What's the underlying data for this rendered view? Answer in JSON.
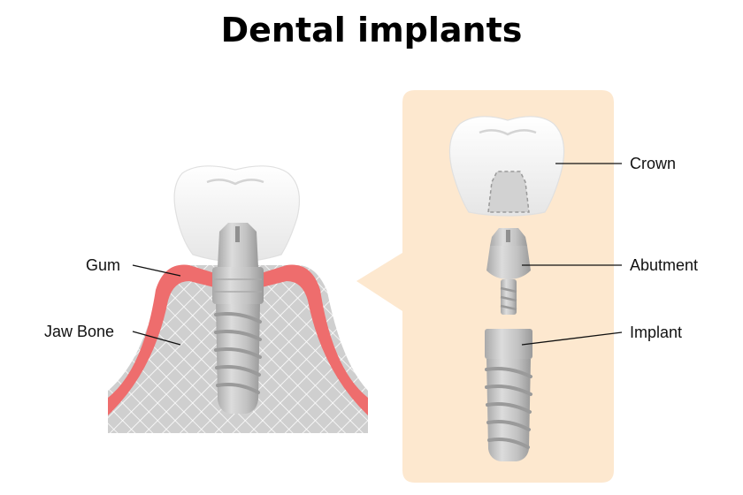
{
  "title": "Dental implants",
  "labels": {
    "gum": "Gum",
    "jaw_bone": "Jaw Bone",
    "crown": "Crown",
    "abutment": "Abutment",
    "implant": "Implant"
  },
  "colors": {
    "panel": "#fde8cf",
    "gum": "#ee6d6d",
    "bone": "#d0d0d0",
    "tooth": "#f2f2f2",
    "metal": "#c4c4c4",
    "metal_dark": "#9c9c9c"
  }
}
